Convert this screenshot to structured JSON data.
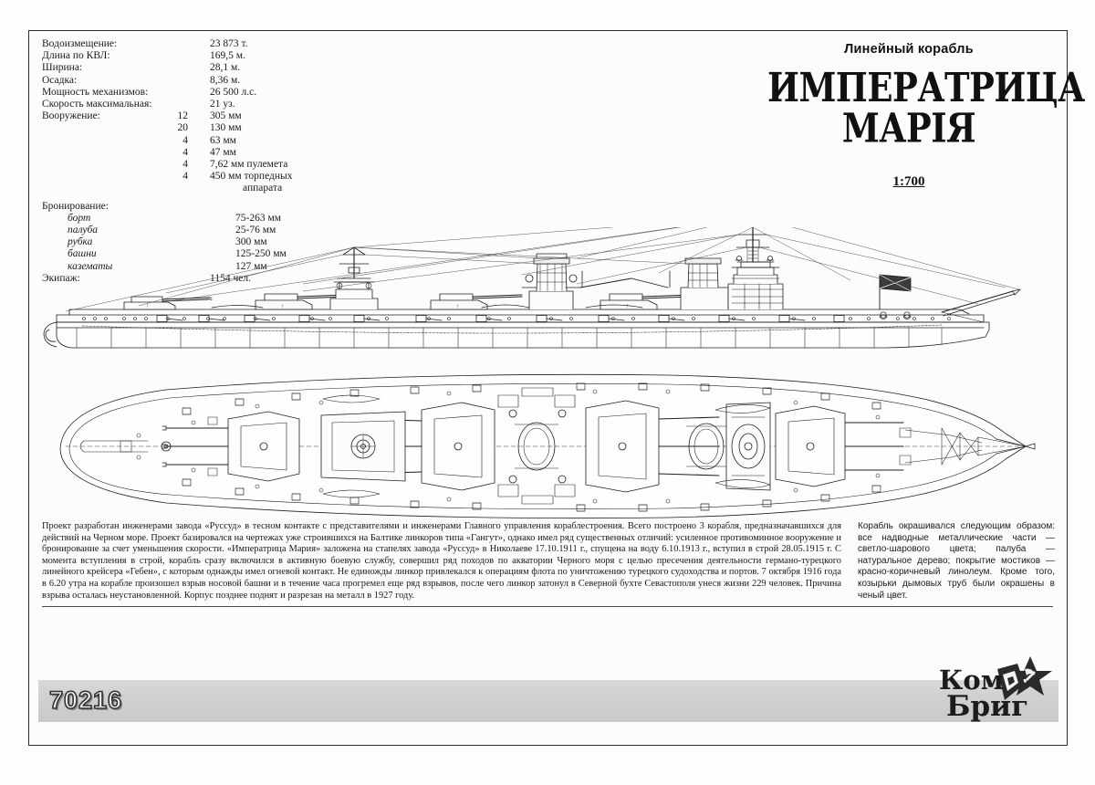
{
  "sheet": {
    "kit_number": "70216",
    "scale": "1:700",
    "brand": {
      "line1": "Ком",
      "line2": "Бриг",
      "star_icon": "star-hammer-sickle-icon"
    }
  },
  "title_block": {
    "kicker": "Линейный корабль",
    "ship_name_line1": "ИМПЕРАТРИЦА",
    "ship_name_line2": "МАРІЯ",
    "scale": "1:700"
  },
  "specs": {
    "rows": [
      {
        "label": "Водоизмещение:",
        "qty": "",
        "value": "23 873 т."
      },
      {
        "label": "Длина по КВЛ:",
        "qty": "",
        "value": "169,5 м."
      },
      {
        "label": "Ширина:",
        "qty": "",
        "value": "28,1 м."
      },
      {
        "label": "Осадка:",
        "qty": "",
        "value": "8,36 м."
      },
      {
        "label": "Мощность механизмов:",
        "qty": "",
        "value": "26 500 л.с."
      },
      {
        "label": "Скорость максимальная:",
        "qty": "",
        "value": "21 уз."
      },
      {
        "label": "Вооружение:",
        "qty": "12",
        "value": "305 мм"
      },
      {
        "label": "",
        "qty": "20",
        "value": "130 мм"
      },
      {
        "label": "",
        "qty": "4",
        "value": "63 мм"
      },
      {
        "label": "",
        "qty": "4",
        "value": "47 мм"
      },
      {
        "label": "",
        "qty": "4",
        "value": "7,62 мм пулемета"
      },
      {
        "label": "",
        "qty": "4",
        "value": "450 мм торпедных"
      },
      {
        "label": "",
        "qty": "",
        "value": "аппарата",
        "indent": true
      }
    ],
    "armor_header": "Бронирование:",
    "armor_rows": [
      {
        "label": "борт",
        "value": "75-263 мм"
      },
      {
        "label": "палуба",
        "value": "25-76 мм"
      },
      {
        "label": "рубка",
        "value": "300 мм"
      },
      {
        "label": "башни",
        "value": "125-250 мм"
      },
      {
        "label": "казематы",
        "value": "127 мм"
      }
    ],
    "crew_label": "Экипаж:",
    "crew_value": "1154 чел."
  },
  "description": {
    "main": "Проект разработан инженерами завода «Руссуд» в тесном контакте с представителями и инженерами Главного управления кораблестроения. Всего построено 3 корабля, предназначавшихся для действий на Черном море. Проект базировался на чертежах уже строившихся на Балтике линкоров типа «Гангут», однако имел ряд существенных отличий: усиленное противоминное вооружение и бронирование за счет уменьшения скорости. «Императрица Мария» заложена на стапелях завода «Руссуд» в Николаеве 17.10.1911 г., спущена на воду 6.10.1913 г., вступил в строй 28.05.1915 г. С момента вступления в строй, корабль сразу включился в активную боевую службу, совершил ряд походов по акватории Черного моря с целью пресечения деятельности германо-турецкого линейного крейсера «Гебен», с которым однажды имел огневой контакт. Не единожды линкор привлекался к операциям флота по уничтожению турецкого судоходства и портов. 7 октября 1916 года в 6.20 утра на корабле произошел взрыв носовой башни и в течение часа прогремел еще ряд взрывов, после чего линкор затонул в Северной бухте Севастополя унеся жизни 229 человек. Причина взрыва осталась неустановленной. Корпус позднее поднят и разрезан на металл в 1927 году.",
    "painting": "Корабль окрашивался следующим образом: все надводные металлические части — светло-шарового цвета; палуба — натуральное дерево; покрытие мостиков — красно-коричневый линолеум. Кроме того, козырьки дымовых труб были окрашены в ченый цвет."
  },
  "drawings": {
    "profile_caption": "side-profile-view",
    "plan_caption": "top-plan-view"
  },
  "colors": {
    "ink": "#1a1a1a",
    "frame": "#2b2b2b",
    "bar": "#cfcfcf",
    "paper": "#fdfdfc"
  }
}
